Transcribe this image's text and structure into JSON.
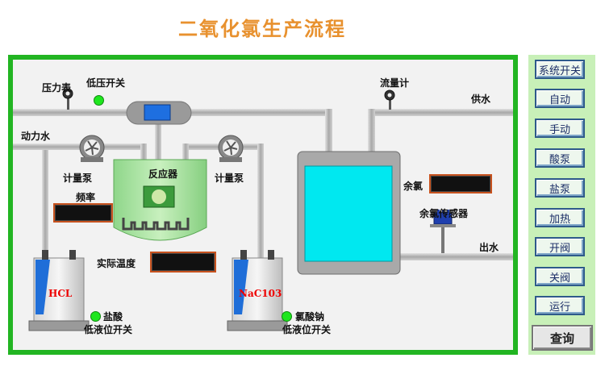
{
  "title": "二氧化氯生产流程",
  "labels": {
    "pressure_gauge": "压力表",
    "low_pressure_switch": "低压开关",
    "power_water": "动力水",
    "flowmeter": "流量计",
    "water_supply": "供水",
    "metering_pump_left": "计量泵",
    "metering_pump_right": "计量泵",
    "reactor": "反应器",
    "frequency": "频率",
    "actual_temperature": "实际温度",
    "residual_chlorine": "余氯",
    "residual_chlorine_sensor": "余氯传感器",
    "water_outlet": "出水",
    "hcl_tank_label": "HCL",
    "naclo3_tank_label": "NaC103",
    "hydrochloric_acid": "盐酸",
    "low_level_switch_left": "低液位开关",
    "sodium_chlorate": "氯酸钠",
    "low_level_switch_right": "低液位开关"
  },
  "sidebar": {
    "buttons": [
      {
        "label": "系统开关"
      },
      {
        "label": "自动"
      },
      {
        "label": "手动"
      },
      {
        "label": "酸泵"
      },
      {
        "label": "盐泵"
      },
      {
        "label": "加热"
      },
      {
        "label": "开阀"
      },
      {
        "label": "关阀"
      },
      {
        "label": "运行"
      }
    ],
    "query": "查询"
  },
  "colors": {
    "panel_border": "#22b522",
    "pipe": "#b4b4b4",
    "water": "#00e8f0",
    "reactor": "#aee6a0",
    "lamp_on": "#1ee61e",
    "title": "#e8912e"
  }
}
